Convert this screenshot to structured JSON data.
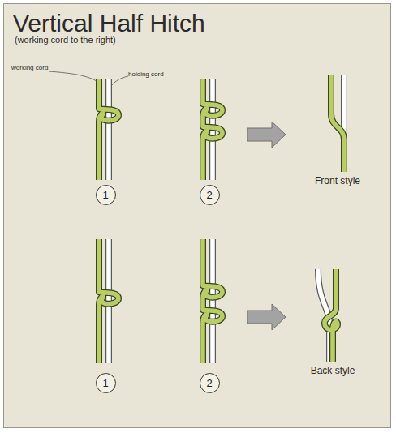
{
  "diagram": {
    "title": "Vertical Half Hitch",
    "nodes": [
      {
        "text": [
          "1"
        ]
      },
      {
        "text": [
          "2"
        ]
      },
      {
        "text": [
          "1"
        ]
      },
      {
        "text": [
          "2"
        ]
      }
    ],
    "labels": [
      "(working cord to the right)",
      "working cord",
      "holding cord",
      "Front style",
      "Back style"
    ]
  }
}
